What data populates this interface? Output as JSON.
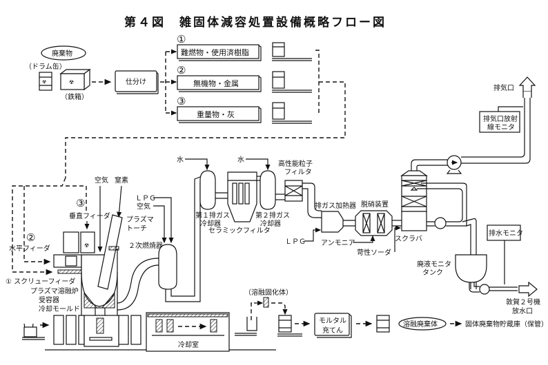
{
  "title": "第４図　雑固体減容処置設備概略フロー図",
  "waste": {
    "label": "廃棄物",
    "drum": "（ドラム缶）",
    "steel_box": "（鉄箱）",
    "sorting": "仕分け"
  },
  "categories": [
    {
      "num": "①",
      "label": "難燃物・使用済樹脂"
    },
    {
      "num": "②",
      "label": "無機物・金属"
    },
    {
      "num": "③",
      "label": "重量物・灰"
    }
  ],
  "feeders": {
    "screw": "① スクリューフィーダ",
    "horizontal_num": "②",
    "horizontal": "水平フィーダ",
    "vertical_num": "③",
    "vertical": "垂直フィーダ"
  },
  "furnace": {
    "air": "空気",
    "nitrogen": "窒素",
    "torch_line1": "プラズマ",
    "torch_line2": "トーチ",
    "furnace": "プラズマ溶融炉",
    "receiver": "受容器",
    "mold": "冷却モールド",
    "cooling_room": "冷却室"
  },
  "secondary": {
    "lpg": "ＬＰＧ",
    "air": "空気",
    "combustor": "２次燃焼器"
  },
  "gas_treatment": {
    "water1": "水",
    "water2": "水",
    "cooler1_line1": "第１排ガス",
    "cooler1_line2": "冷却器",
    "cooler2_line1": "第２排ガス",
    "cooler2_line2": "冷却器",
    "ceramic_filter": "セラミックフィルタ",
    "hepa_line1": "高性能粒子",
    "hepa_line2": "フィルタ",
    "heater": "排ガス加熱器",
    "lpg": "ＬＰＧ",
    "denitration": "脱硝装置",
    "ammonia": "アンモニア",
    "caustic_soda": "苛性ソーダ",
    "scrubber": "スクラバ"
  },
  "exhaust": {
    "stack": "排気口",
    "monitor_line1": "排気口放射",
    "monitor_line2": "線モニタ"
  },
  "drain": {
    "monitor": "排水モニタ",
    "tank_line1": "廃液モニタ",
    "tank_line2": "タンク",
    "outlet_line1": "敦賀２号機",
    "outlet_line2": "放水口"
  },
  "solidification": {
    "solid": "（溶融固化体）",
    "mortar_line1": "モルタル",
    "mortar_line2": "充てん",
    "product": "溶融廃棄体",
    "storage": "固体廃棄物貯蔵庫（保管）"
  }
}
